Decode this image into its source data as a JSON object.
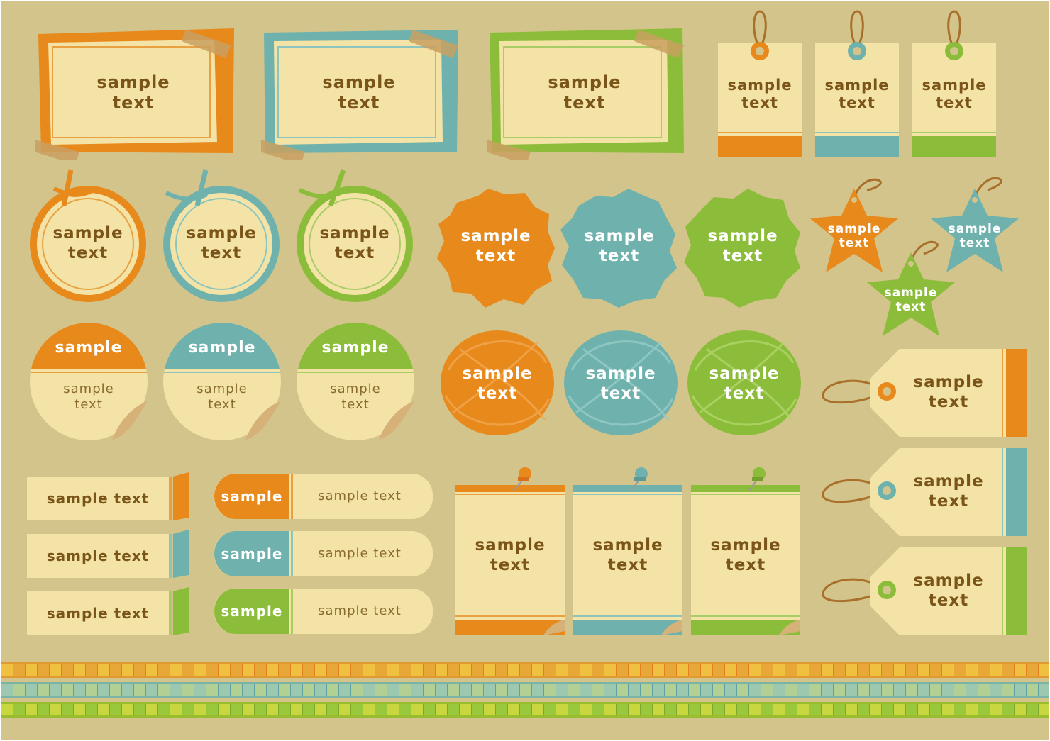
{
  "colors": {
    "background": "#d2c48a",
    "paper": "#f3e3a6",
    "orange": "#e8891c",
    "teal": "#6fb2ad",
    "green": "#8cbd3a",
    "brown_text": "#7a5418"
  },
  "frames": [
    {
      "line1": "sample",
      "line2": "text"
    },
    {
      "line1": "sample",
      "line2": "text"
    },
    {
      "line1": "sample",
      "line2": "text"
    }
  ],
  "hang_tags": [
    {
      "line1": "sample",
      "line2": "text"
    },
    {
      "line1": "sample",
      "line2": "text"
    },
    {
      "line1": "sample",
      "line2": "text"
    }
  ],
  "circle_tags": [
    {
      "line1": "sample",
      "line2": "text"
    },
    {
      "line1": "sample",
      "line2": "text"
    },
    {
      "line1": "sample",
      "line2": "text"
    }
  ],
  "splotches": [
    {
      "line1": "sample",
      "line2": "text"
    },
    {
      "line1": "sample",
      "line2": "text"
    },
    {
      "line1": "sample",
      "line2": "text"
    }
  ],
  "stars": [
    {
      "line1": "sample",
      "line2": "text"
    },
    {
      "line1": "sample",
      "line2": "text"
    },
    {
      "line1": "sample",
      "line2": "text"
    }
  ],
  "stickers": [
    {
      "header": "sample",
      "line1": "sample",
      "line2": "text"
    },
    {
      "header": "sample",
      "line1": "sample",
      "line2": "text"
    },
    {
      "header": "sample",
      "line1": "sample",
      "line2": "text"
    }
  ],
  "scribbles": [
    {
      "line1": "sample",
      "line2": "text"
    },
    {
      "line1": "sample",
      "line2": "text"
    },
    {
      "line1": "sample",
      "line2": "text"
    }
  ],
  "luggage_tags": [
    {
      "line1": "sample",
      "line2": "text"
    },
    {
      "line1": "sample",
      "line2": "text"
    },
    {
      "line1": "sample",
      "line2": "text"
    }
  ],
  "strips": [
    {
      "label": "sample text"
    },
    {
      "label": "sample text"
    },
    {
      "label": "sample text"
    }
  ],
  "pills": [
    {
      "head": "sample",
      "body": "sample text"
    },
    {
      "head": "sample",
      "body": "sample text"
    },
    {
      "head": "sample",
      "body": "sample text"
    }
  ],
  "pinned_notes": [
    {
      "line1": "sample",
      "line2": "text"
    },
    {
      "line1": "sample",
      "line2": "text"
    },
    {
      "line1": "sample",
      "line2": "text"
    }
  ]
}
